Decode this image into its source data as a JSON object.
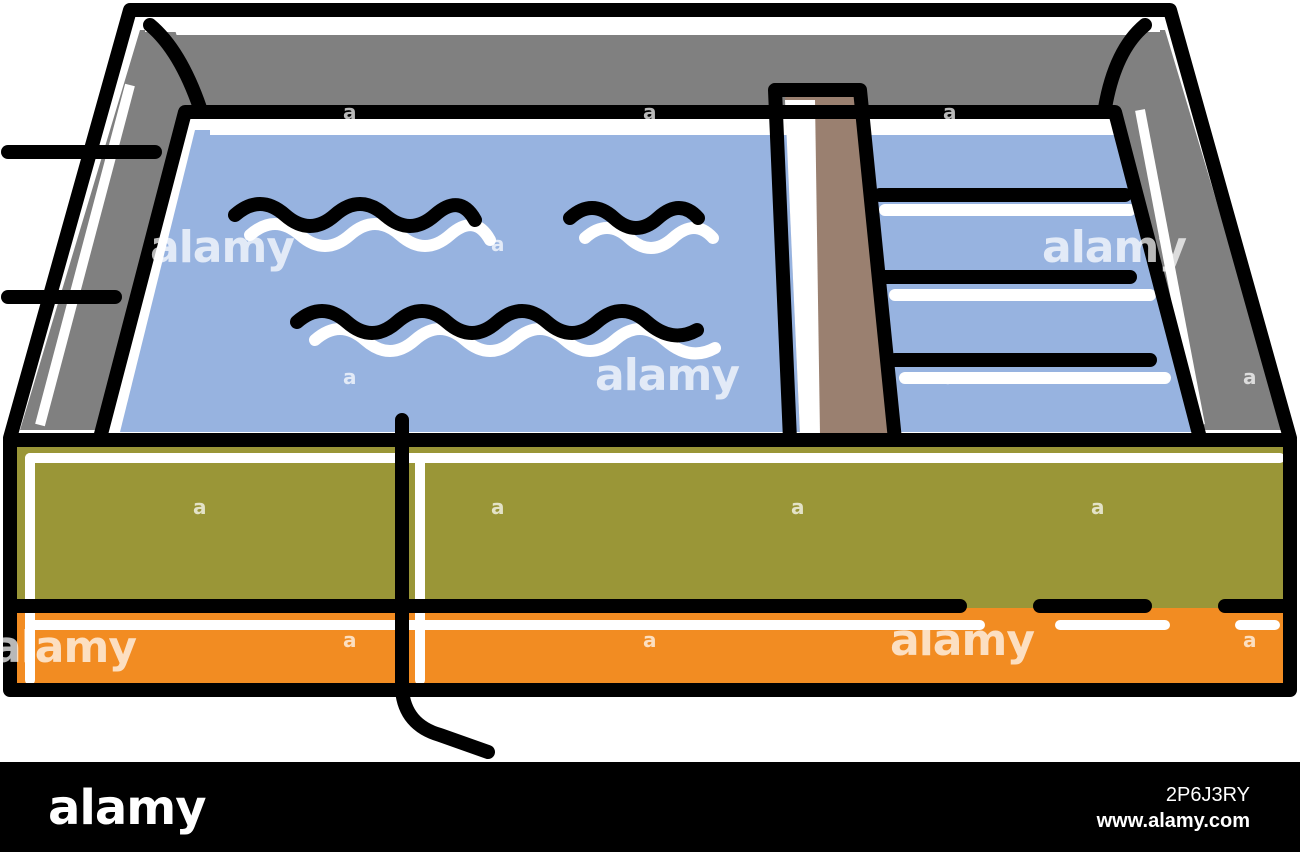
{
  "image": {
    "subject": "swimming-pool-icon",
    "colors": {
      "outline": "#000000",
      "wall": "#808080",
      "water": "#97b3e0",
      "ladder_post": "#9a8070",
      "soil_upper": "#9a9637",
      "soil_lower": "#f28c22",
      "highlight": "#ffffff"
    }
  },
  "watermark": {
    "word": "alamy",
    "letter": "a"
  },
  "footer": {
    "logo": "alamy",
    "image_id": "2P6J3RY",
    "url": "www.alamy.com"
  }
}
